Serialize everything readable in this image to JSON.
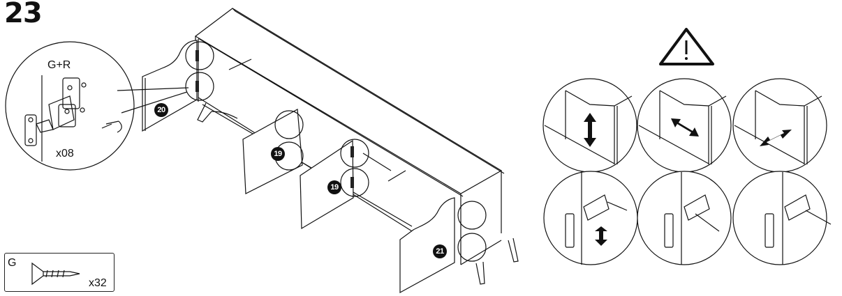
{
  "step": {
    "number": "23"
  },
  "hinge_callout": {
    "part_label": "G+R",
    "quantity": "x08"
  },
  "parts_box": {
    "part_label": "G",
    "quantity": "x32",
    "icon": "screw-icon"
  },
  "panels": [
    {
      "id": "20",
      "label": "20"
    },
    {
      "id": "19a",
      "label": "19"
    },
    {
      "id": "19b",
      "label": "19"
    },
    {
      "id": "21",
      "label": "21"
    }
  ],
  "warning": {
    "icon": "warning-triangle-icon"
  },
  "adjustment_details": [
    {
      "direction": "vertical",
      "icon": "vertical-arrow-icon"
    },
    {
      "direction": "horizontal",
      "icon": "horizontal-arrow-icon"
    },
    {
      "direction": "depth",
      "icon": "depth-arrow-icon"
    }
  ],
  "colors": {
    "ink": "#111111",
    "background": "#ffffff"
  }
}
